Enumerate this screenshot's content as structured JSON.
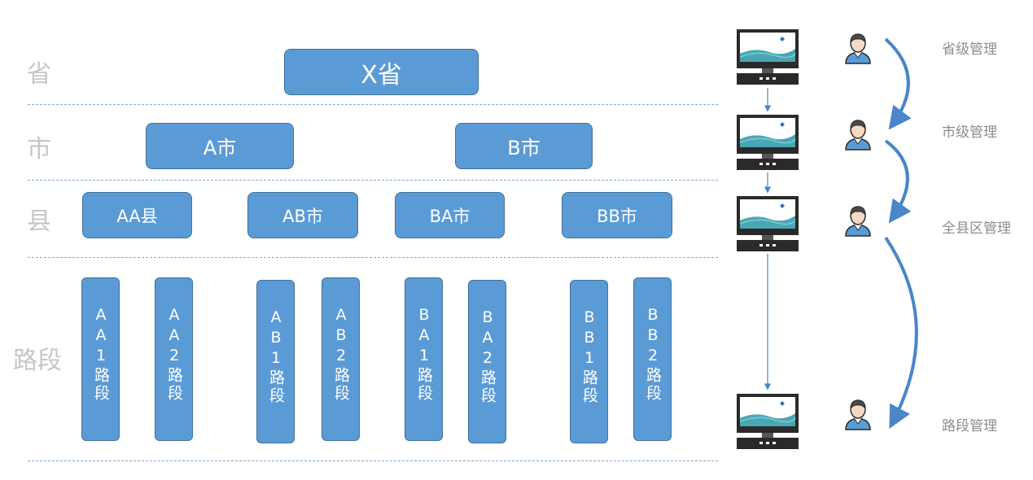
{
  "levels": {
    "province": "省",
    "city": "市",
    "county": "县",
    "road": "路段"
  },
  "nodes": {
    "province": "X省",
    "cities": [
      "A市",
      "B市"
    ],
    "counties": [
      "AA县",
      "AB市",
      "BA市",
      "BB市"
    ],
    "roads": [
      "AA1路段",
      "AA2路段",
      "AB1路段",
      "AB2路段",
      "BA1路段",
      "BA2路段",
      "BB1路段",
      "BB2路段"
    ]
  },
  "management": {
    "province": "省级管理",
    "city": "市级管理",
    "county": "全县区管理",
    "road": "路段管理"
  },
  "colors": {
    "box_fill": "#5b9bd5",
    "box_border": "#41719c",
    "arrow": "#4a86c8",
    "label_gray": "#c6c6c6"
  },
  "icons": [
    "computer-monitor-icon",
    "user-avatar-icon"
  ]
}
